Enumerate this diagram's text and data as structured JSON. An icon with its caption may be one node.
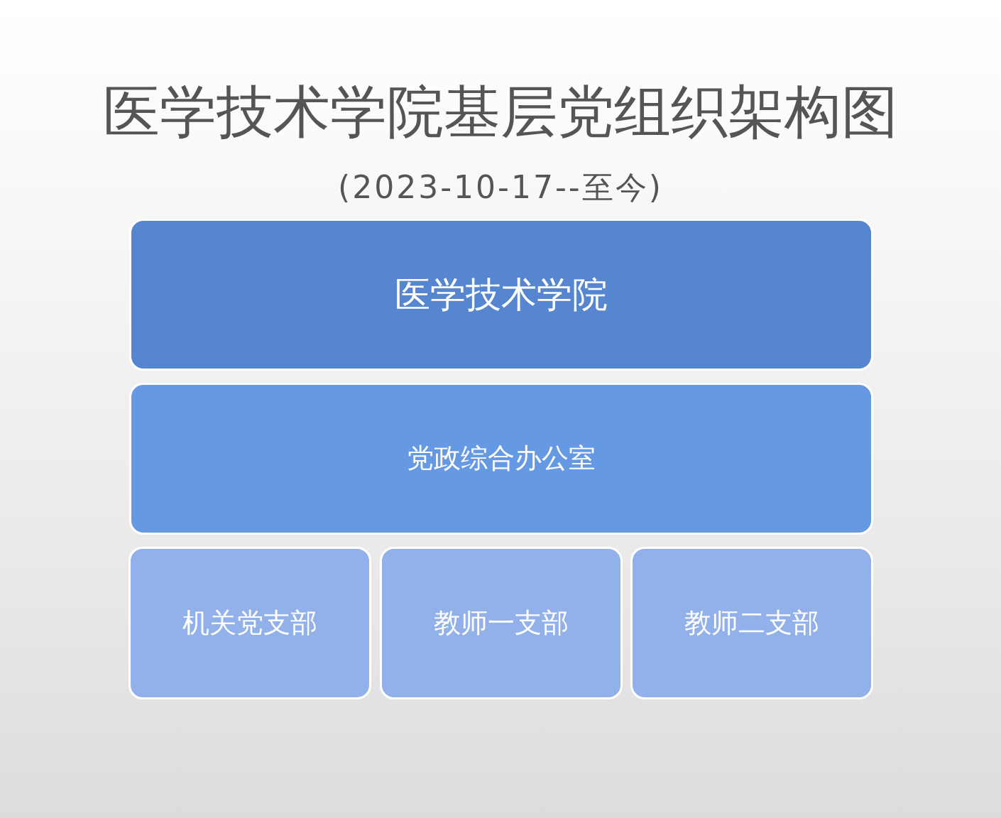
{
  "diagram": {
    "title": "医学技术学院基层党组织架构图",
    "nodes": [
      {
        "text": [
          "医学技术学院"
        ]
      },
      {
        "text": [
          "党政综合办公室"
        ]
      },
      {
        "text": [
          "机关党支部"
        ]
      },
      {
        "text": [
          "教师一支部"
        ]
      },
      {
        "text": [
          "教师二支部"
        ]
      }
    ],
    "labels": [
      "(2023-10-17--至今)"
    ]
  }
}
